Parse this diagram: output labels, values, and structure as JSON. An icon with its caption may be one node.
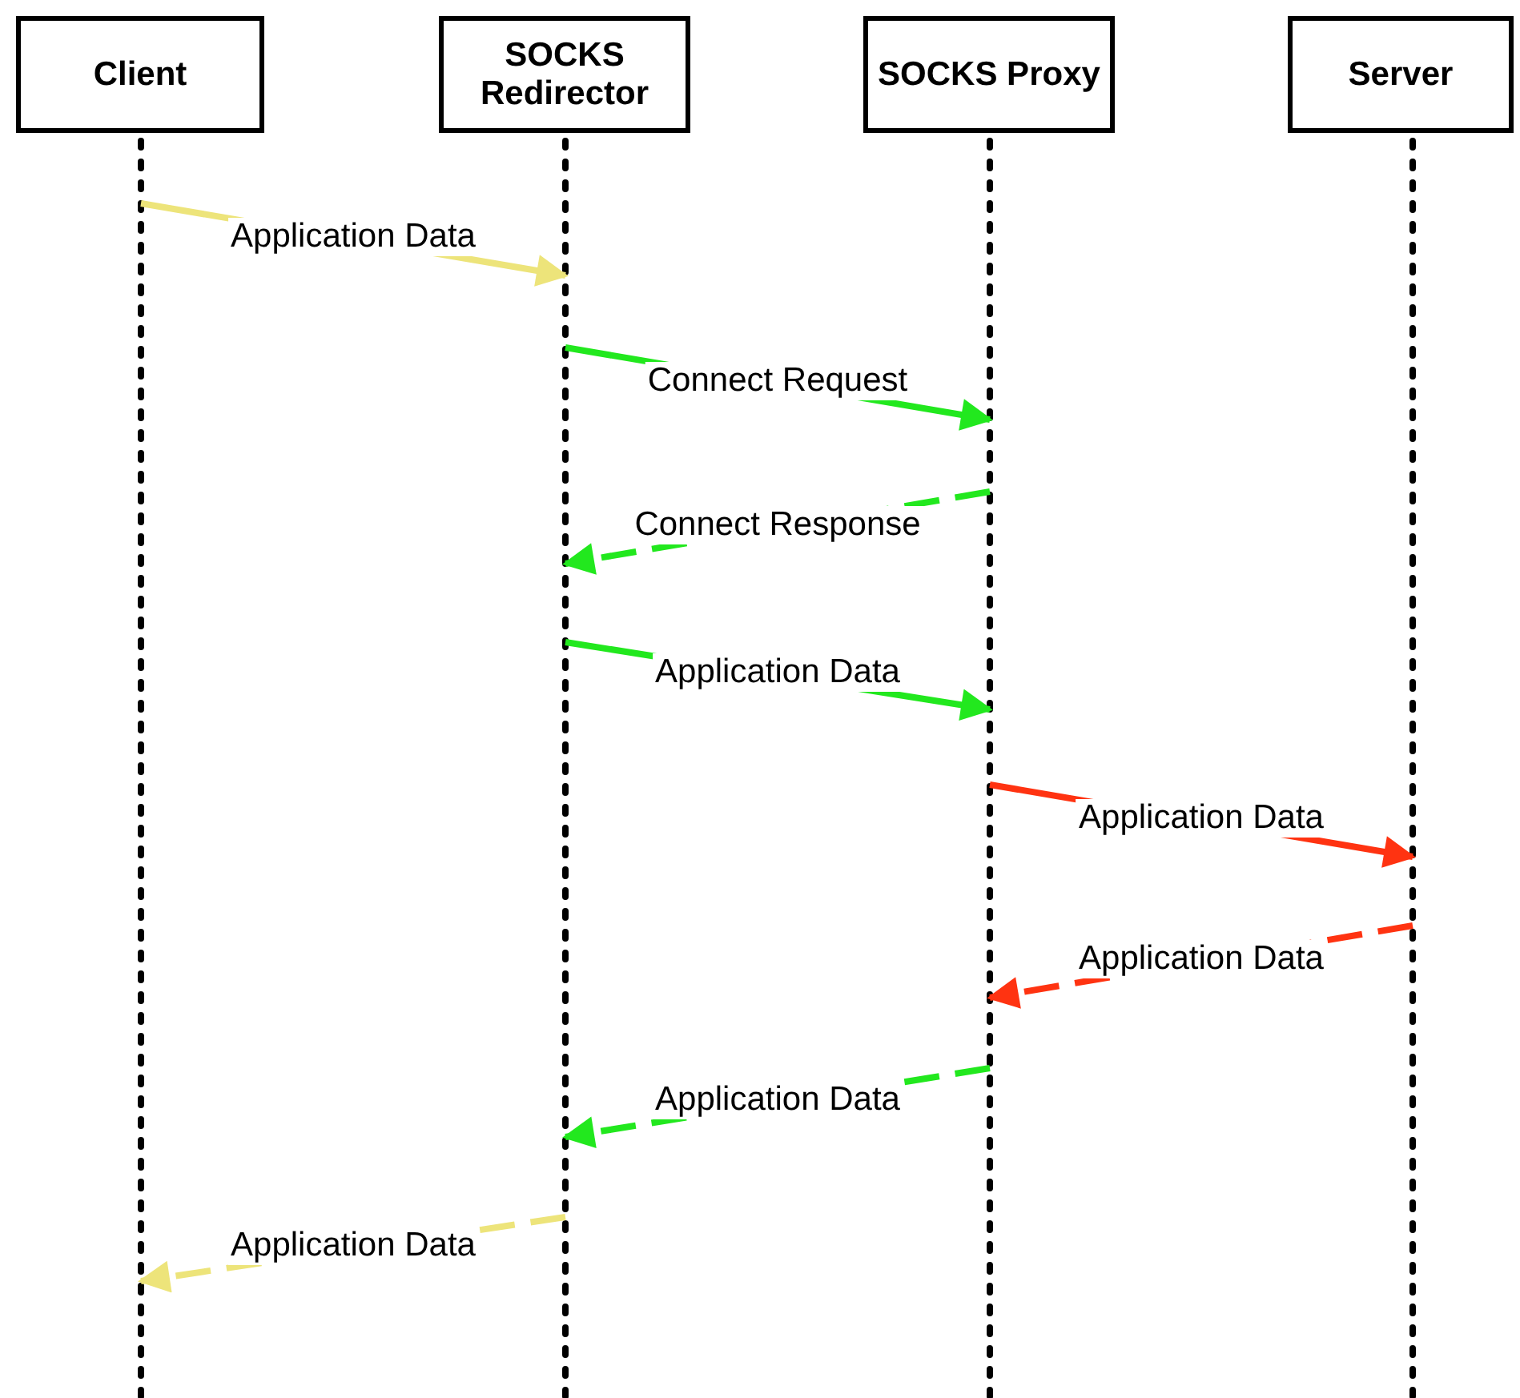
{
  "diagram": {
    "nodes": [
      {
        "text": [
          "Client"
        ]
      },
      {
        "text": [
          "SOCKS Redirector"
        ]
      },
      {
        "text": [
          "SOCKS Proxy"
        ]
      },
      {
        "text": [
          "Server"
        ]
      }
    ],
    "edges": [
      {
        "from": 0,
        "to": 1,
        "arrow": "to",
        "label": "Application Data",
        "color": "#ede47a"
      },
      {
        "from": 1,
        "to": 2,
        "arrow": "to",
        "label": "Connect Request"
      },
      {
        "from": 2,
        "to": 1,
        "arrow": "to",
        "label": "Connect Response",
        "style": "dashed"
      },
      {
        "from": 1,
        "to": 2,
        "arrow": "to",
        "label": "Application Data"
      },
      {
        "from": 2,
        "to": 3,
        "arrow": "to",
        "label": "Application Data",
        "color": "#ff3311"
      },
      {
        "from": 3,
        "to": 2,
        "arrow": "to",
        "label": "Application Data",
        "style": "dashed",
        "color": "#ff3311"
      },
      {
        "from": 2,
        "to": 1,
        "arrow": "to",
        "label": "Application Data",
        "style": "dashed"
      },
      {
        "from": 1,
        "to": 0,
        "arrow": "to",
        "label": "Application Data",
        "style": "dashed",
        "color": "#ede47a"
      }
    ]
  }
}
